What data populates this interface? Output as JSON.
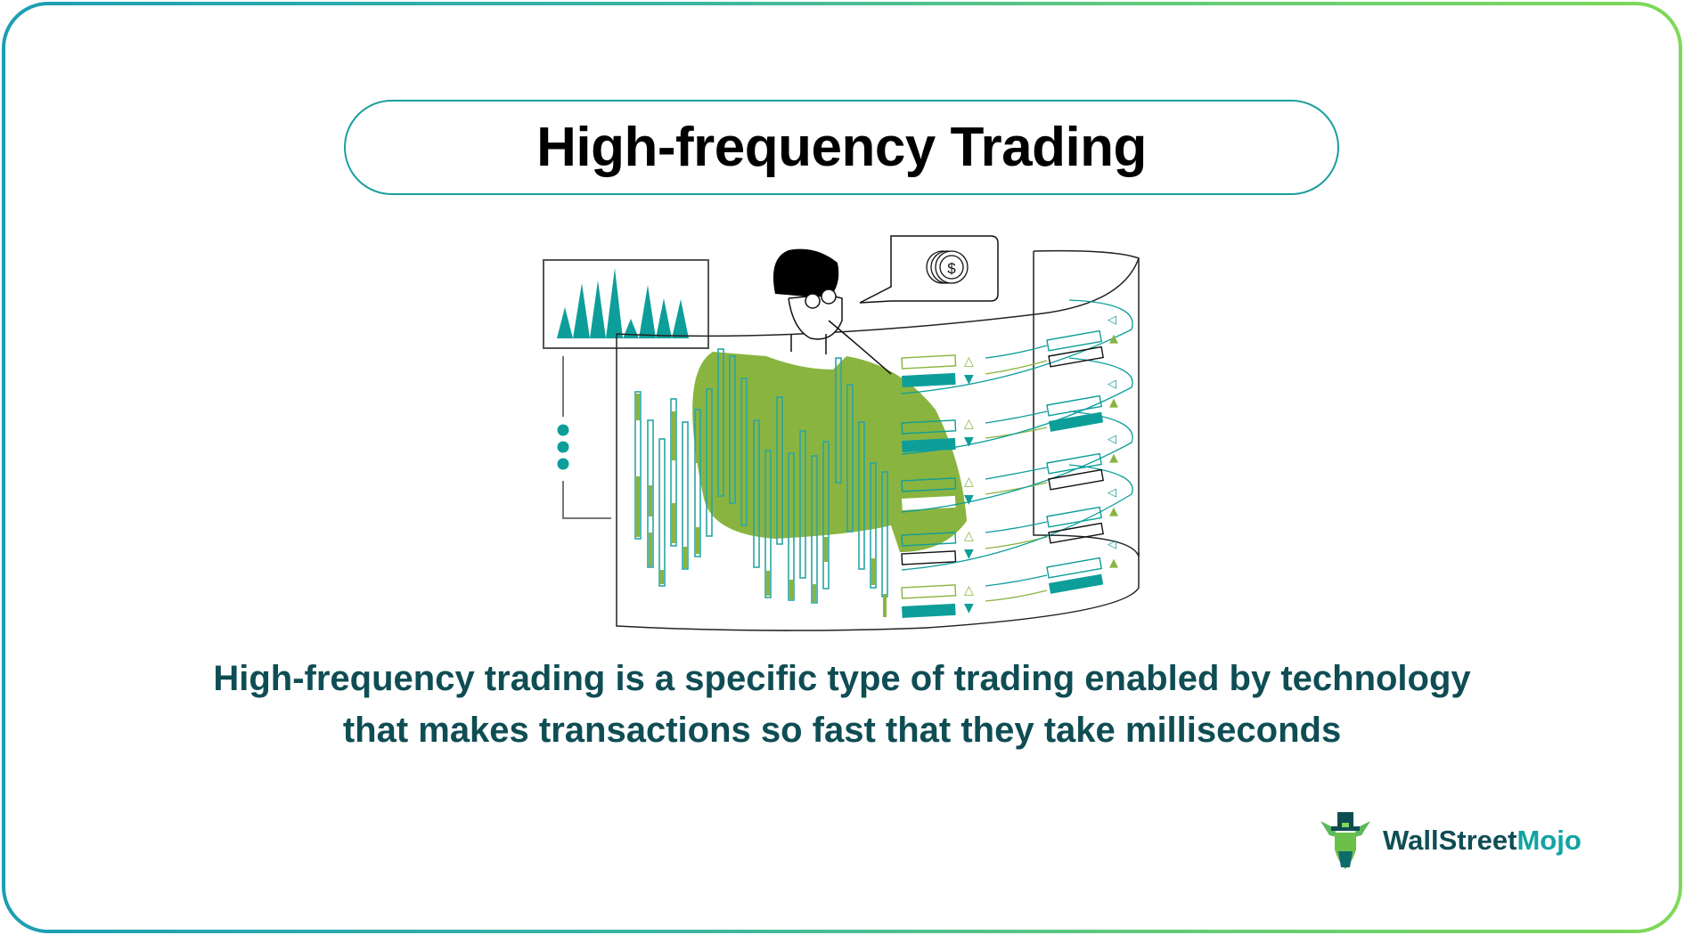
{
  "title": "High-frequency Trading",
  "description": {
    "line1": "High-frequency trading is a specific type of trading enabled by technology",
    "line2": "that makes transactions so fast that they take milliseconds"
  },
  "illustration": {
    "alt": "Person wearing glasses thinking in front of curved trading screens with bar charts, order rows and a coin speech bubble",
    "speech_bubble_icon": "dollar-coin-icon",
    "colors": {
      "teal": "#0d9e9a",
      "green": "#8ab440",
      "light_teal": "#5ec7c7",
      "dark": "#111111"
    }
  },
  "logo": {
    "part1": "WallStreet",
    "part2": "Mojo"
  },
  "colors": {
    "frame_gradient_start": "#1a9fb4",
    "frame_gradient_end": "#7ed957",
    "pill_border": "#1a9e9e",
    "description_text": "#0f4d54",
    "logo_dark": "#0f4d54",
    "logo_teal": "#12a3a3"
  }
}
